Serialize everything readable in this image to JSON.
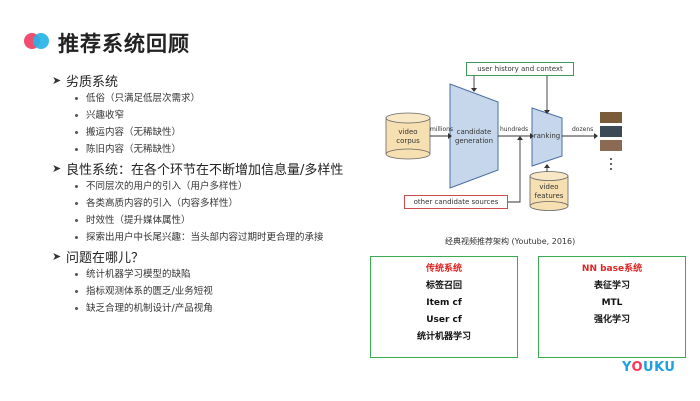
{
  "slide": {
    "title": "推荐系统回顾",
    "sections": [
      {
        "heading": "劣质系统",
        "items": [
          "低俗（只满足低层次需求）",
          "兴趣收窄",
          "搬运内容（无稀缺性）",
          "陈旧内容（无稀缺性）"
        ]
      },
      {
        "heading": "良性系统：在各个环节在不断增加信息量/多样性",
        "items": [
          "不同层次的用户的引入（用户多样性）",
          "各类高质内容的引入（内容多样性）",
          "时效性（提升媒体属性）",
          "探索出用户中长尾兴趣：当头部内容过期时更合理的承接"
        ]
      },
      {
        "heading": "问题在哪儿？",
        "items": [
          "统计机器学习模型的缺陷",
          "指标观测体系的匮乏/业务短视",
          "缺乏合理的机制设计/产品视角"
        ]
      }
    ]
  },
  "diagram": {
    "user_history": "user history and context",
    "video_corpus": "video\ncorpus",
    "millions": "millions",
    "candidate_generation": "candidate\ngeneration",
    "hundreds": "hundreds",
    "ranking": "ranking",
    "dozens": "dozens",
    "video_features": "video\nfeatures",
    "other_sources": "other candidate sources",
    "caption": "经典视频推荐架构 (Youtube, 2016)"
  },
  "compare": {
    "left": {
      "title": "传统系统",
      "items": [
        "标签召回",
        "Item cf",
        "User cf",
        "统计机器学习"
      ]
    },
    "right": {
      "title": "NN base系统",
      "items": [
        "表征学习",
        "MTL",
        "强化学习"
      ]
    }
  },
  "watermark": {
    "pre": "Y",
    "o": "O",
    "post": "UKU"
  },
  "colors": {
    "accent_red": "#ef4e6e",
    "accent_blue": "#27b3e6",
    "green_border": "#3aaa52",
    "title_red": "#e12424"
  }
}
